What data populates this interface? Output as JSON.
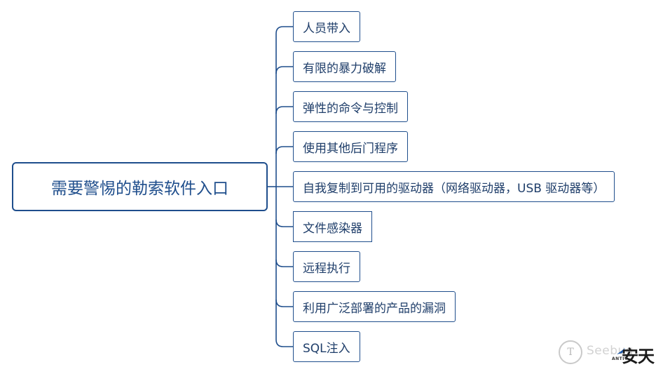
{
  "root": {
    "label": "需要警惕的勒索软件入口"
  },
  "branches": [
    {
      "label": "人员带入"
    },
    {
      "label": "有限的暴力破解"
    },
    {
      "label": "弹性的命令与控制"
    },
    {
      "label": "使用其他后门程序"
    },
    {
      "label": "自我复制到可用的驱动器（网络驱动器，USB 驱动器等）"
    },
    {
      "label": "文件感染器"
    },
    {
      "label": "远程执行"
    },
    {
      "label": "利用广泛部署的产品的漏洞"
    },
    {
      "label": "SQL注入"
    }
  ],
  "watermark": {
    "text": "Seebug",
    "brand": "安天",
    "brand_sub": "ANTIY",
    "circle_glyph": "T"
  },
  "colors": {
    "node_border": "#1f4e8c",
    "node_text": "#1f3e6a",
    "connector": "#1f4e8c"
  }
}
